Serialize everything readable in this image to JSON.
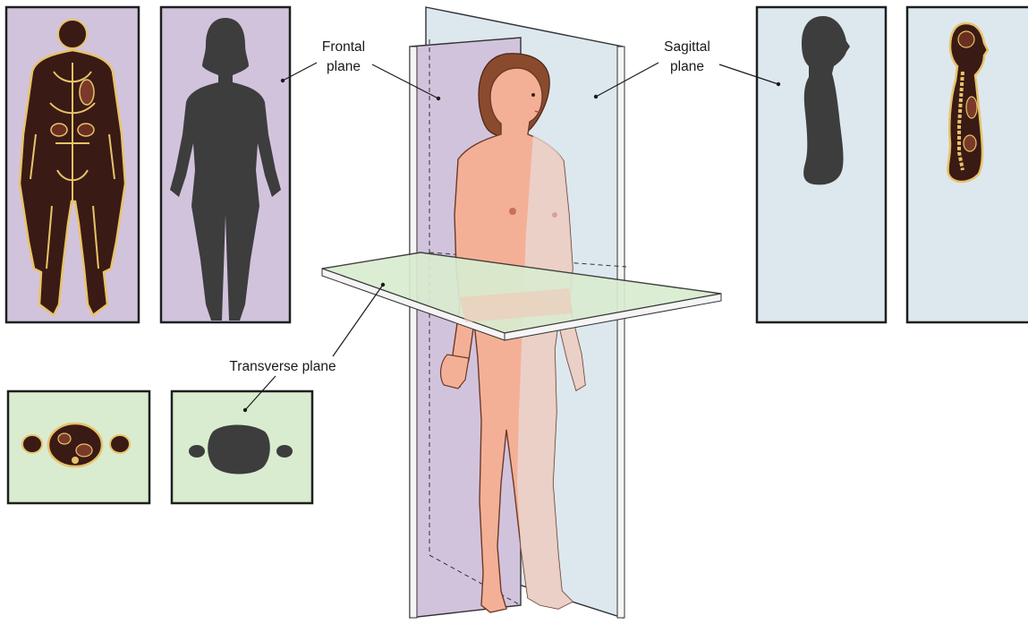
{
  "labels": {
    "frontal_line1": "Frontal",
    "frontal_line2": "plane",
    "sagittal_line1": "Sagittal",
    "sagittal_line2": "plane",
    "transverse": "Transverse plane"
  },
  "colors": {
    "frontal_panel": "#d2c3dd",
    "sagittal_panel": "#dde8ee",
    "transverse_panel": "#d9ecd0",
    "silhouette": "#3d3d3d",
    "skin": "#f4b096",
    "hair": "#8a4a2e",
    "mri_dark": "#3a1a14",
    "mri_light": "#e8c36a"
  }
}
